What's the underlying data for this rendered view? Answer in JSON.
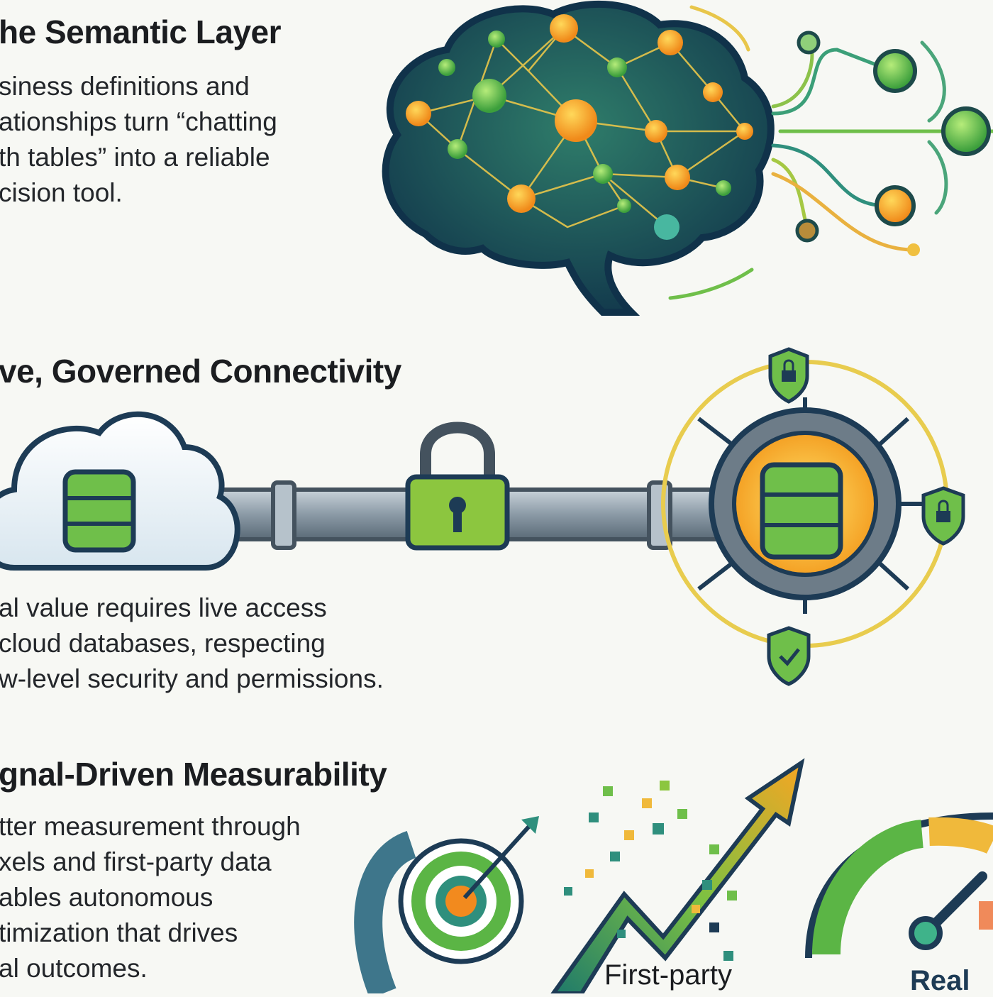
{
  "sections": [
    {
      "title": "he Semantic Layer",
      "lines": [
        "siness definitions and",
        "ationships turn “chatting",
        "th tables” into a reliable",
        "cision tool."
      ],
      "icon": "brain-network-icon"
    },
    {
      "title": "ve, Governed Connectivity",
      "lines": [
        "al value requires live access",
        "cloud databases, respecting",
        "w-level security and permissions."
      ],
      "icon": "secure-database-pipeline-icon"
    },
    {
      "title": "gnal-Driven Measurability",
      "lines": [
        "tter measurement through",
        "xels and first-party data",
        "ables autonomous",
        "timization that drives",
        "al outcomes."
      ],
      "icon": "growth-target-gauge-icon",
      "labels": {
        "first_party": "First-party",
        "real": "Real"
      }
    }
  ],
  "colors": {
    "green": "#5bb545",
    "teal": "#1f6f6a",
    "navy": "#1d3b55",
    "orange": "#f29a1e",
    "background": "#f7f8f4"
  }
}
